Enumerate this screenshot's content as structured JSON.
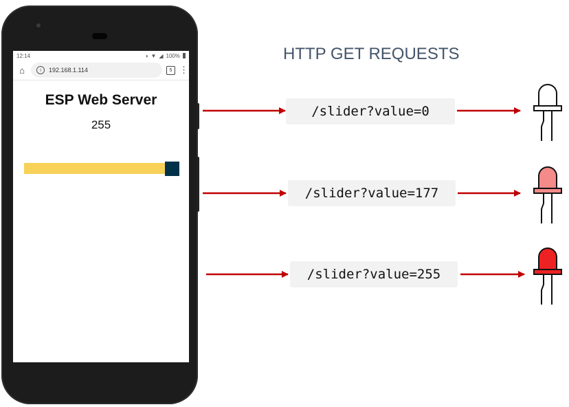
{
  "phone": {
    "status_time": "12:14",
    "status_battery": "100%",
    "url": "192.168.1.114",
    "tabs_count": "5",
    "page_title": "ESP Web Server",
    "slider_value_text": "255",
    "slider_level": 1.0,
    "colors": {
      "slider_track": "#f7d158",
      "slider_thumb": "#003249"
    }
  },
  "diagram": {
    "title": "HTTP GET REQUESTS",
    "requests": [
      {
        "label": "/slider?value=0",
        "led_color": "#ffffff"
      },
      {
        "label": "/slider?value=177",
        "led_color": "#f48a8a"
      },
      {
        "label": "/slider?value=255",
        "led_color": "#ee2222"
      }
    ],
    "arrow_color": "#c00000"
  }
}
